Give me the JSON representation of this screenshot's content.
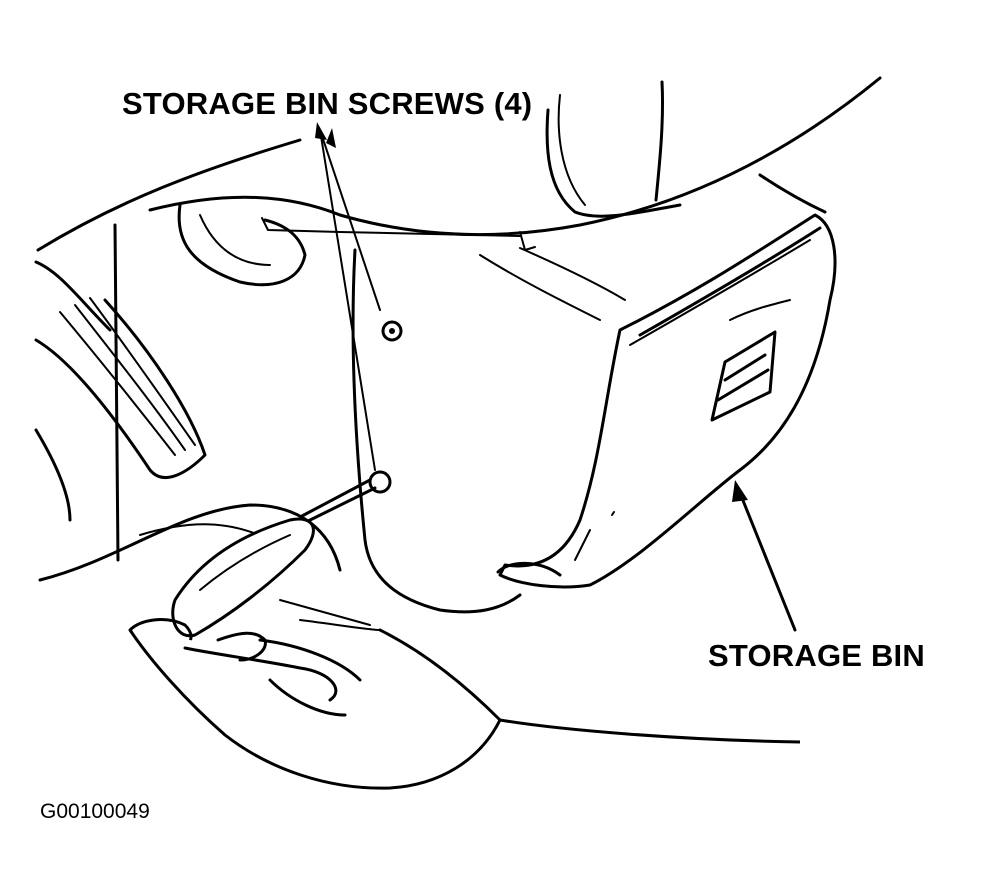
{
  "labels": {
    "screws": "STORAGE BIN SCREWS (4)",
    "bin": "STORAGE BIN"
  },
  "figure_id": "G00100049",
  "colors": {
    "ink": "#000000",
    "paper": "#ffffff"
  }
}
